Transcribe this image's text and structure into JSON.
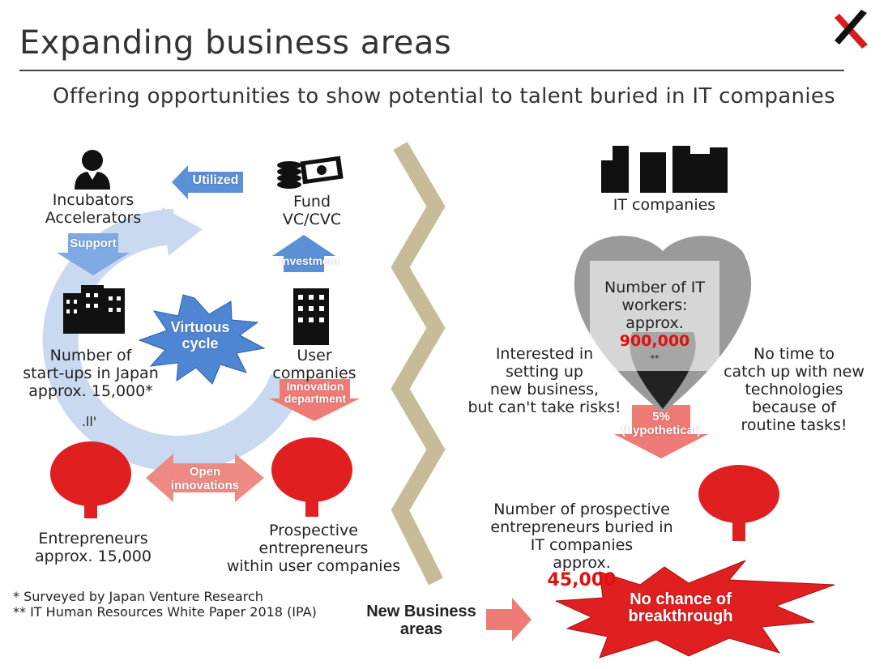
{
  "title": "Expanding business areas",
  "subtitle": "Offering opportunities to show potential to talent buried in IT companies",
  "left_cycle": {
    "incubators": "Incubators\nAccelerators",
    "fund": "Fund\nVC/CVC",
    "utilized": "Utilized",
    "support": "Support",
    "investment": "Investment",
    "virtuous_cycle": "Virtuous\ncycle",
    "startups": "Number of\nstart-ups in Japan\napprox. 15,000*",
    "user_companies": "User\ncompanies",
    "innovation_department": "Innovation\ndepartment",
    "open_innovations": "Open\ninnovations",
    "entrepreneurs": "Entrepreneurs\napprox. 15,000",
    "prospective_user": "Prospective\nentrepreneurs\nwithin user companies",
    "icon_mark": ".ll'"
  },
  "right_side": {
    "it_companies": "IT companies",
    "workers_prefix": "Number of IT\nworkers:\napprox.",
    "workers_value": "900,000",
    "workers_note_mark": "**",
    "interested": "Interested in\nsetting up\nnew business,\nbut can't take risks!",
    "no_time": "No time to\ncatch up with new\ntechnologies\nbecause of\nroutine tasks!",
    "percent": "5%\n(hypothetical)",
    "prospective_prefix": "Number of prospective\nentrepreneurs buried in\nIT companies\napprox.",
    "prospective_value": "45,000",
    "new_business": "New Business\nareas",
    "no_chance": "No chance of\nbreakthrough"
  },
  "footnotes": [
    "* Surveyed by Japan Venture Research",
    "** IT Human Resources White Paper 2018 (IPA)"
  ],
  "colors": {
    "accent_red": "#e01010",
    "person_red": "#e02020",
    "arrow_blue": "#5b8fd6",
    "cycle_blue": "#c9daf0",
    "arrow_pink": "#ee7b76",
    "divider": "#c8bc98"
  }
}
